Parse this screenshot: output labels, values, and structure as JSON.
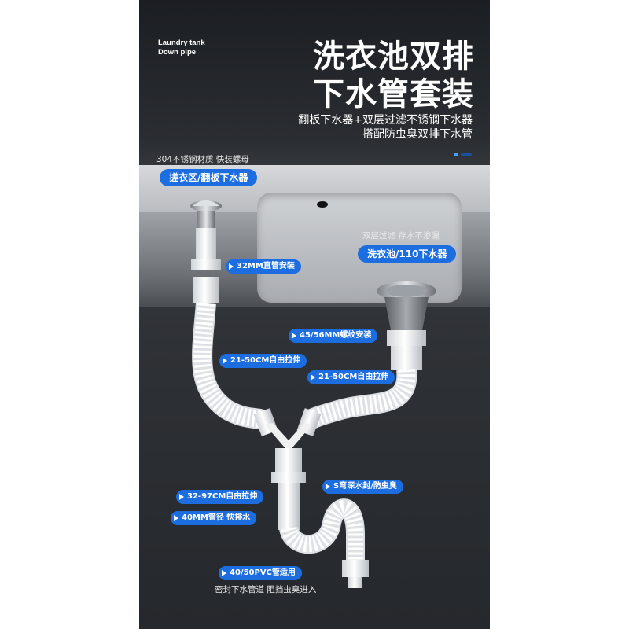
{
  "header": {
    "en_line1": "Laundry tank",
    "en_line2": "Down pipe",
    "title_line1": "洗衣池双排",
    "title_line2": "下水管套装",
    "subtitle_line1": "翻板下水器+双层过滤不锈钢下水器",
    "subtitle_line2": "搭配防虫臭双排下水管"
  },
  "colors": {
    "accent_blue": "#1c6ee0",
    "pipe_white": "#f2f4f6",
    "dot_light": "#4a9cff",
    "dot_dark": "#1c4f9c"
  },
  "labels": {
    "left_note": "304不锈钢材质 快装螺母",
    "left_main": "搓衣区/翻板下水器",
    "straight_pipe": "32MM直管安装",
    "right_note": "双层过滤 存水不渗漏",
    "right_main": "洗衣池/110下水器",
    "thread": "45/56MM螺纹安装",
    "stretch_left": "21-50CM自由拉伸",
    "stretch_right": "21-50CM自由拉伸",
    "s_bend": "S弯深水封/防虫臭",
    "stretch_long": "32-97CM自由拉伸",
    "diameter": "40MM管径 快排水",
    "pvc": "40/50PVC管适用",
    "bottom_note": "密封下水管道 阻挡虫臭进入"
  }
}
